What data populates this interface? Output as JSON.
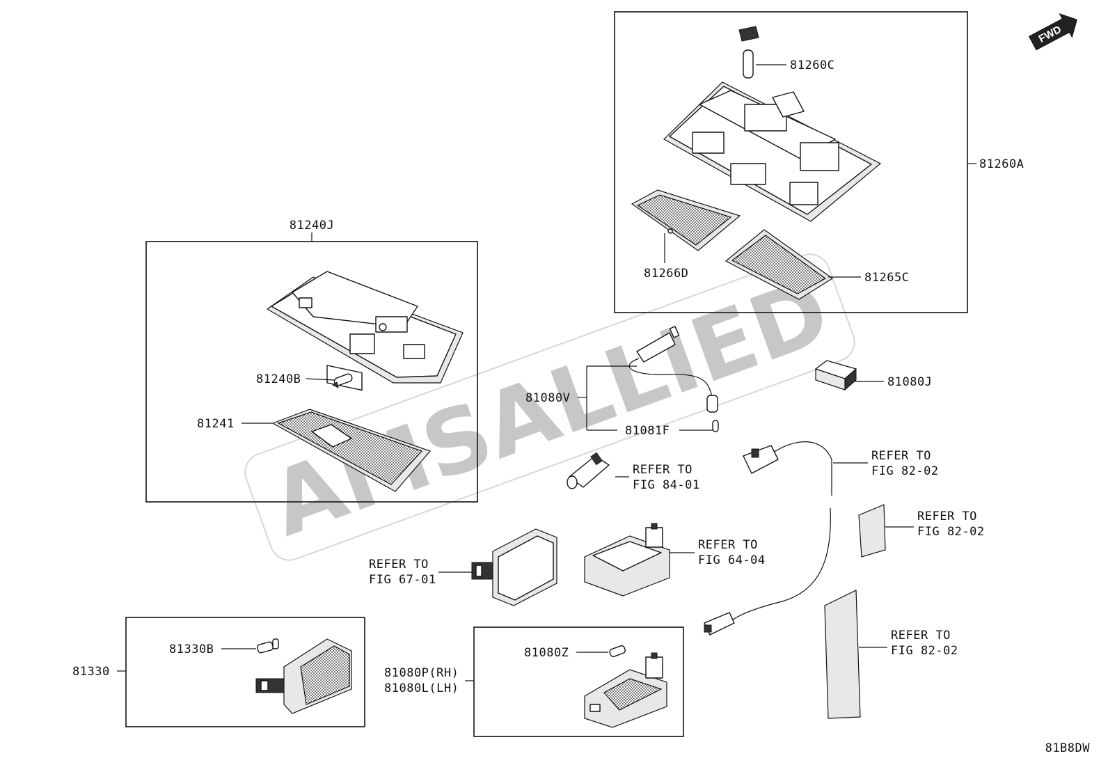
{
  "diagram": {
    "code": "81B8DW",
    "watermark": "AMSALLIED",
    "fwd_badge": "FWD",
    "labels": {
      "p81240J": "81240J",
      "p81240B": "81240B",
      "p81241": "81241",
      "p81260C": "81260C",
      "p81260A": "81260A",
      "p81266D": "81266D",
      "p81265C": "81265C",
      "p81080V": "81080V",
      "p81081F": "81081F",
      "p81080J": "81080J",
      "p81330B": "81330B",
      "p81330": "81330",
      "p81080Z": "81080Z",
      "p81080P": "81080P(RH)",
      "p81080L": "81080L(LH)"
    },
    "refs": {
      "r1": [
        "REFER TO",
        "FIG 84-01"
      ],
      "r2": [
        "REFER TO",
        "FIG 82-02"
      ],
      "r3": [
        "REFER TO",
        "FIG 82-02"
      ],
      "r4": [
        "REFER TO",
        "FIG 64-04"
      ],
      "r5": [
        "REFER TO",
        "FIG 67-01"
      ],
      "r6": [
        "REFER TO",
        "FIG 82-02"
      ]
    }
  }
}
